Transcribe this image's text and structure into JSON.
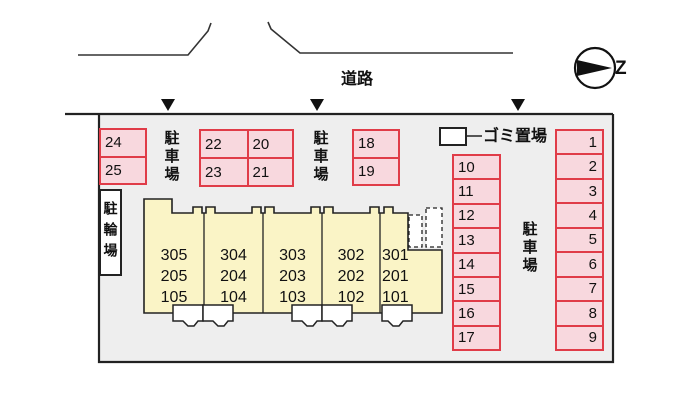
{
  "compass": {
    "label": "Z"
  },
  "road": {
    "label": "道路"
  },
  "site": {
    "garbage_label": "ゴミ置場",
    "bicycle_parking_label": "駐輪場",
    "parking_label_left": "駐車場",
    "parking_label_mid": "駐車場",
    "parking_label_right": "駐車場"
  },
  "parking_spaces": {
    "left_pair": [
      "24",
      "25"
    ],
    "top_block": [
      "22",
      "20",
      "23",
      "21"
    ],
    "mid_pair": [
      "18",
      "19"
    ],
    "inner_column": [
      "10",
      "11",
      "12",
      "13",
      "14",
      "15",
      "16",
      "17"
    ],
    "right_column": [
      "1",
      "2",
      "3",
      "4",
      "5",
      "6",
      "7",
      "8",
      "9"
    ]
  },
  "building": {
    "units": [
      [
        "305",
        "205",
        "105"
      ],
      [
        "304",
        "204",
        "104"
      ],
      [
        "303",
        "203",
        "103"
      ],
      [
        "302",
        "202",
        "102"
      ],
      [
        "301",
        "201",
        "101"
      ]
    ]
  },
  "colors": {
    "space_fill": "#f8d8de",
    "space_border": "#e03c48",
    "building_fill": "#faf4c6",
    "site_fill": "#eeeeee",
    "line": "#222222"
  }
}
